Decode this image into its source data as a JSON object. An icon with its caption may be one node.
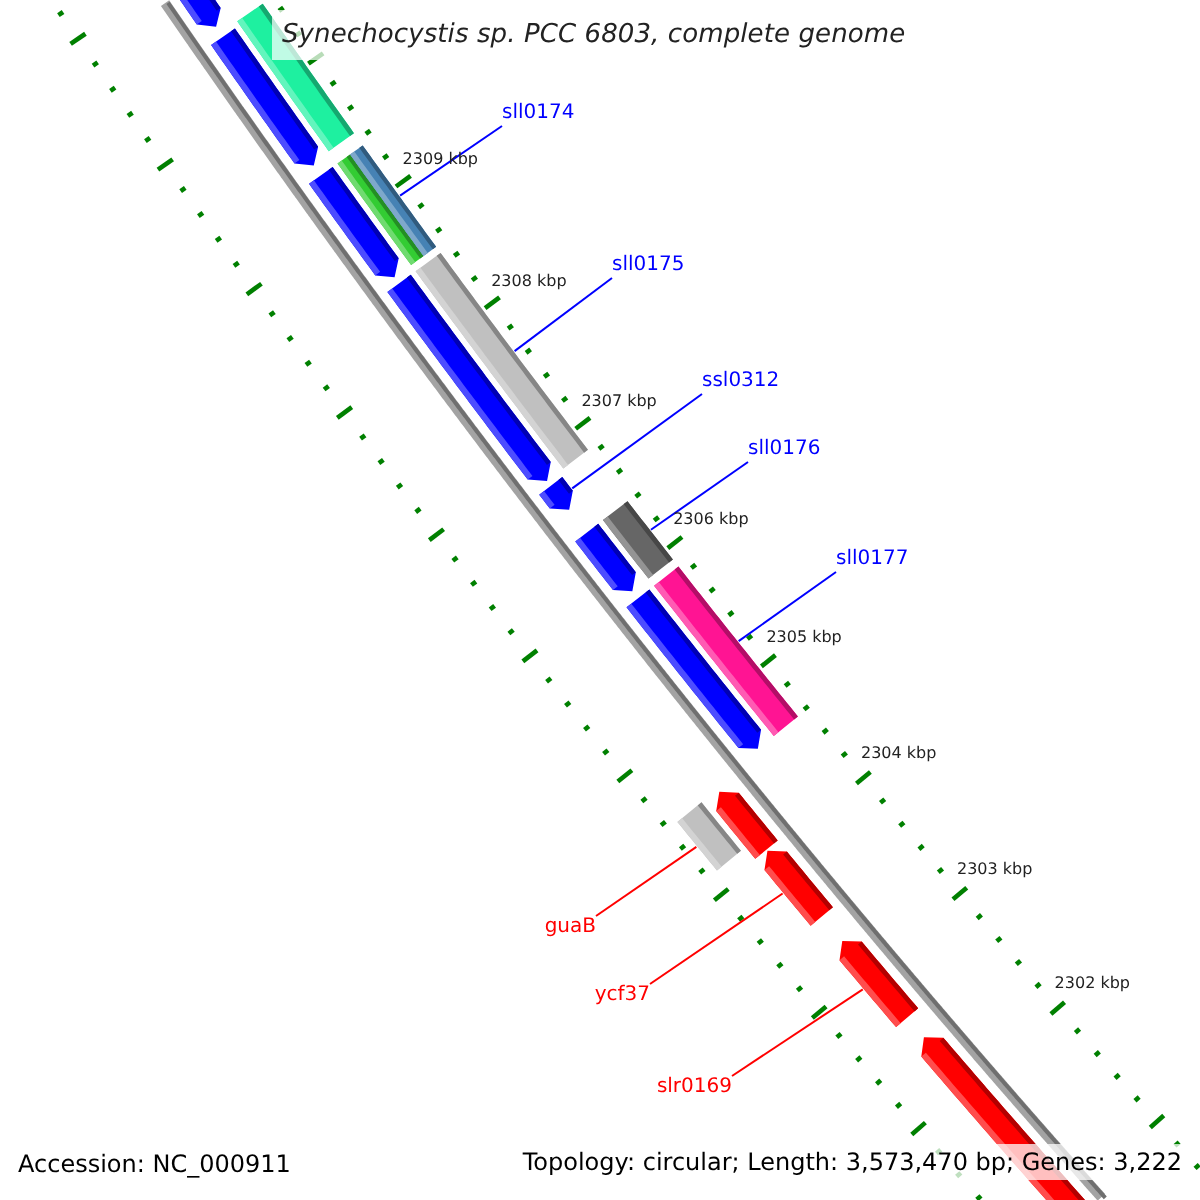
{
  "diagram": {
    "title": "Synechocystis sp. PCC 6803, complete genome",
    "nodes": [
      {
        "text": [
          "sll0174"
        ]
      },
      {
        "text": [],
        "shape": "bar"
      },
      {
        "text": [
          "sll0175"
        ]
      },
      {
        "text": [],
        "shape": "bar"
      },
      {
        "text": [
          "ssl0312"
        ]
      },
      {
        "text": [],
        "shape": "arrow"
      },
      {
        "text": [
          "sll0176"
        ]
      },
      {
        "text": [],
        "shape": "bar"
      },
      {
        "text": [
          "sll0177"
        ]
      },
      {
        "text": [],
        "shape": "bar"
      },
      {
        "text": [
          "guaB"
        ]
      },
      {
        "text": [],
        "shape": "bar"
      },
      {
        "text": [
          "ycf37"
        ]
      },
      {
        "text": [],
        "shape": "arrow"
      },
      {
        "text": [
          "slr0169"
        ]
      },
      {
        "text": [],
        "shape": "arrow"
      }
    ],
    "edges": [
      {
        "from": 0,
        "to": 1,
        "arrow": "none"
      },
      {
        "from": 2,
        "to": 3,
        "arrow": "none"
      },
      {
        "from": 4,
        "to": 5,
        "arrow": "none"
      },
      {
        "from": 6,
        "to": 7,
        "arrow": "none"
      },
      {
        "from": 8,
        "to": 9,
        "arrow": "none"
      },
      {
        "from": 10,
        "to": 11,
        "arrow": "none",
        "color": "#ff0000"
      },
      {
        "from": 12,
        "to": 13,
        "arrow": "none",
        "color": "#ff0000"
      },
      {
        "from": 14,
        "to": 15,
        "arrow": "none",
        "color": "#ff0000"
      }
    ],
    "labels": [
      "2309 kbp",
      "2308 kbp",
      "2307 kbp",
      "2306 kbp",
      "2305 kbp",
      "2304 kbp",
      "2303 kbp",
      "2302 kbp",
      "Accession: NC_000911",
      "Topology: circular; Length: 3,573,470 bp; Genes: 3,222"
    ]
  }
}
